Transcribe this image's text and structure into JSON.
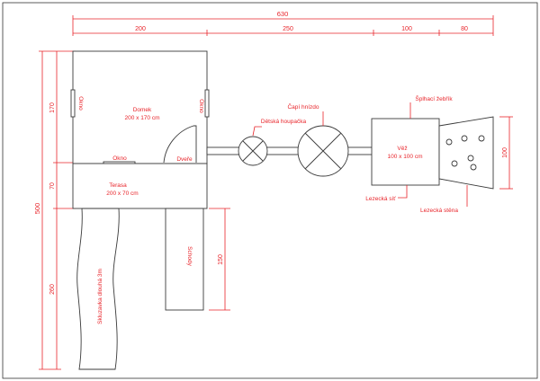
{
  "dimensions": {
    "top_total": "630",
    "top_parts": [
      "200",
      "250",
      "100",
      "80"
    ],
    "left_total": "500",
    "left_parts": [
      "170",
      "70",
      "260"
    ],
    "stairs_len": "150",
    "tower_h": "100"
  },
  "labels": {
    "house_title": "Domek",
    "house_size": "200 x 170 cm",
    "window_left": "Okno",
    "window_right": "Okno",
    "window_bottom": "Okno",
    "door": "Dveře",
    "terrace_title": "Terasa",
    "terrace_size": "200 x 70 cm",
    "slide": "Skluzavka dlouhá 3m",
    "stairs": "Schody",
    "swing_child": "Dětská houpačka",
    "swing_nest": "Čapí hnízdo",
    "climb_ladder": "Šplhací žebřík",
    "tower_title": "Věž",
    "tower_size": "100 x 100 cm",
    "climbing_net": "Lezecká síť",
    "climbing_wall": "Lezecká stěna"
  }
}
